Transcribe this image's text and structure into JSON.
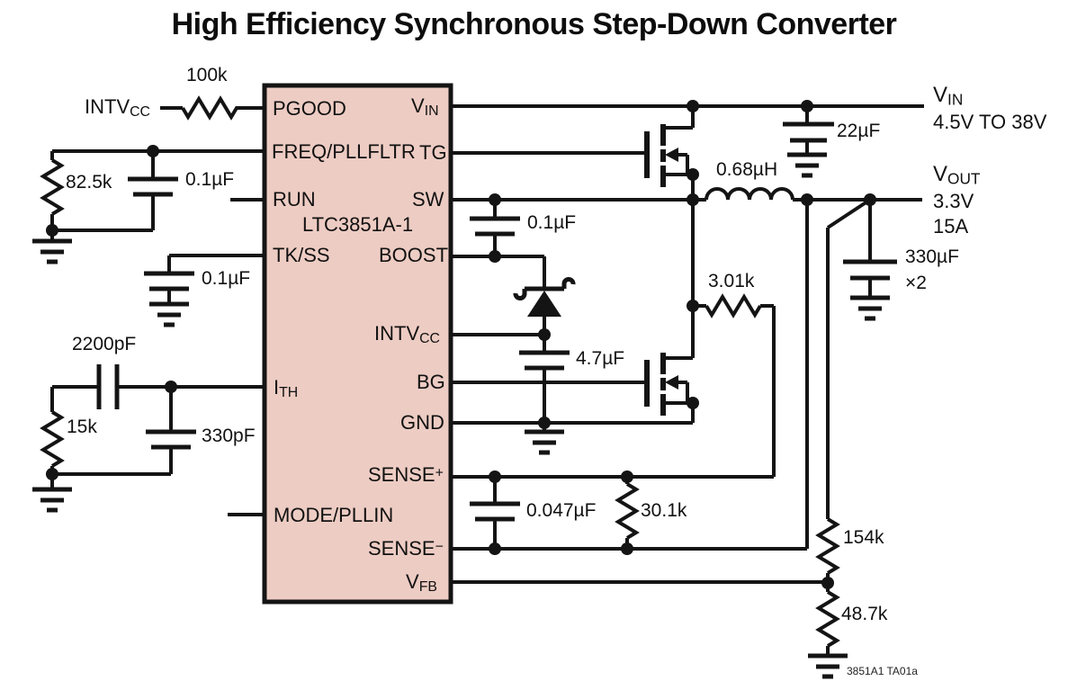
{
  "title": "High Efficiency Synchronous Step-Down Converter",
  "ic": {
    "part_number": "LTC3851A-1",
    "pins": {
      "pgood": "PGOOD",
      "freq": "FREQ/PLLFLTR",
      "run": "RUN",
      "tkss": "TK/SS",
      "ith": {
        "main": "I",
        "sub": "TH"
      },
      "mode": "MODE/PLLIN",
      "vin": {
        "main": "V",
        "sub": "IN"
      },
      "tg": "TG",
      "sw": "SW",
      "boost": "BOOST",
      "intvcc": {
        "main": "INTV",
        "sub": "CC"
      },
      "bg": "BG",
      "gnd": "GND",
      "sense_p": {
        "main": "SENSE",
        "sup": "+"
      },
      "sense_n": {
        "main": "SENSE",
        "sup": "−"
      },
      "vfb": {
        "main": "V",
        "sub": "FB"
      }
    }
  },
  "components": {
    "r_pgood": "100k",
    "r_freq": "82.5k",
    "c_freq": "0.1µF",
    "c_tkss": "0.1µF",
    "c_ith_series": "2200pF",
    "r_ith": "15k",
    "c_ith_shunt": "330pF",
    "c_boost": "0.1µF",
    "c_intvcc": "4.7µF",
    "inductor": "0.68µH",
    "c_in": "22µF",
    "c_out": "330µF",
    "c_out_mult": "×2",
    "r_dcr": "3.01k",
    "c_sense": "0.047µF",
    "r_sense": "30.1k",
    "r_fb_top": "154k",
    "r_fb_bot": "48.7k"
  },
  "nets": {
    "intvcc_supply": {
      "main": "INTV",
      "sub": "CC"
    },
    "vin": {
      "main": "V",
      "sub": "IN",
      "range": "4.5V TO 38V"
    },
    "vout": {
      "main": "V",
      "sub": "OUT",
      "voltage": "3.3V",
      "current": "15A"
    }
  },
  "caption": "3851A1 TA01a",
  "colors": {
    "ic_fill": "#edccc3",
    "line": "#141414",
    "background": "#ffffff"
  }
}
